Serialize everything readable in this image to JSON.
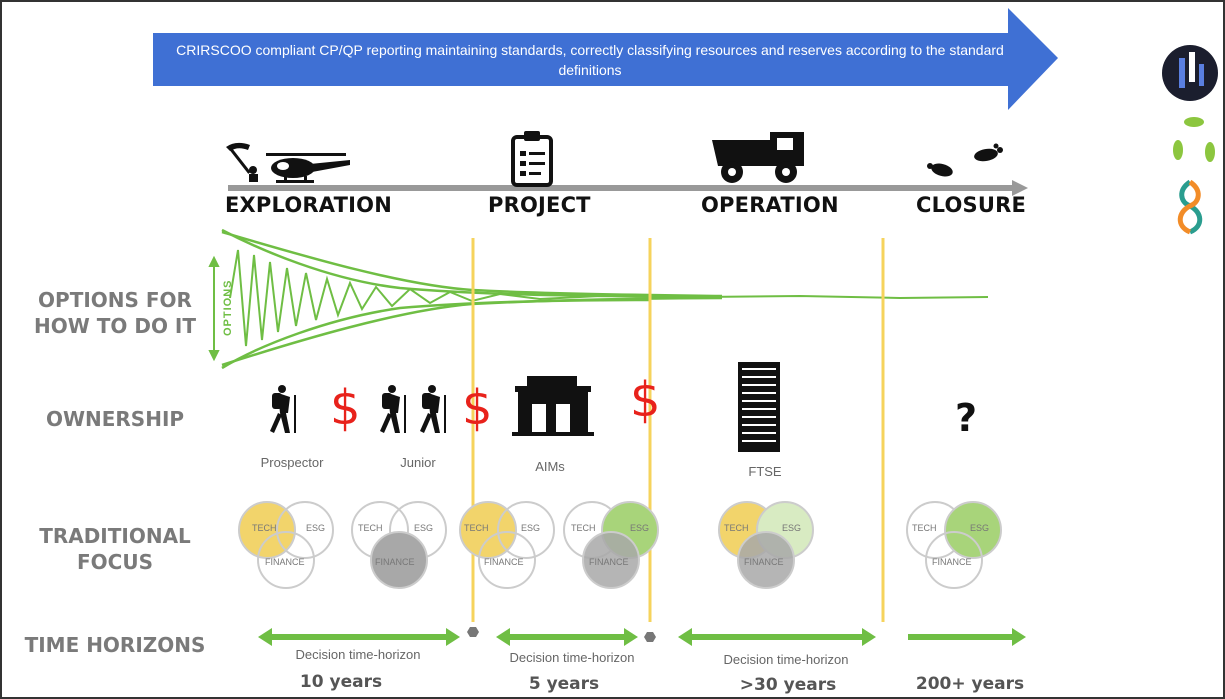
{
  "banner": {
    "text": "CRIRSCOO compliant CP/QP reporting maintaining standards, correctly classifying resources and reserves according to the standard definitions",
    "color": "#3f70d4"
  },
  "phases": [
    "EXPLORATION",
    "PROJECT",
    "OPERATION",
    "CLOSURE"
  ],
  "row_labels": {
    "options": "OPTIONS FOR HOW TO DO IT",
    "ownership": "OWNERSHIP",
    "focus": "TRADITIONAL FOCUS",
    "time": "TIME HORIZONS"
  },
  "options_axis_label": "OPTIONS",
  "ownership": {
    "owners": [
      "Prospector",
      "Junior",
      "AIMs",
      "FTSE"
    ],
    "currency_symbol": "$",
    "unknown": "?"
  },
  "focus_labels": {
    "tech": "TECH",
    "esg": "ESG",
    "finance": "FINANCE"
  },
  "horizons": [
    {
      "label": "Decision time-horizon",
      "years": "10 years"
    },
    {
      "label": "Decision time-horizon",
      "years": "5 years"
    },
    {
      "label": "Decision time-horizon",
      "years": ">30 years"
    },
    {
      "label": "",
      "years": "200+ years"
    }
  ],
  "colors": {
    "accent_green": "#6fbe44",
    "milestone_yellow": "#f6d35c",
    "dollar_red": "#e8221b",
    "tech_yellow": "#f2d46b",
    "esg_green": "#a8d47a",
    "finance_grey": "#a8a8a8"
  },
  "icons": [
    "pickaxe-icon",
    "helicopter-icon",
    "clipboard-icon",
    "dump-truck-icon",
    "footprints-icon",
    "hiker-icon",
    "building-icon",
    "skyscraper-icon",
    "brand-logo-icon",
    "recycle-leaves-icon",
    "infinity-icon"
  ]
}
